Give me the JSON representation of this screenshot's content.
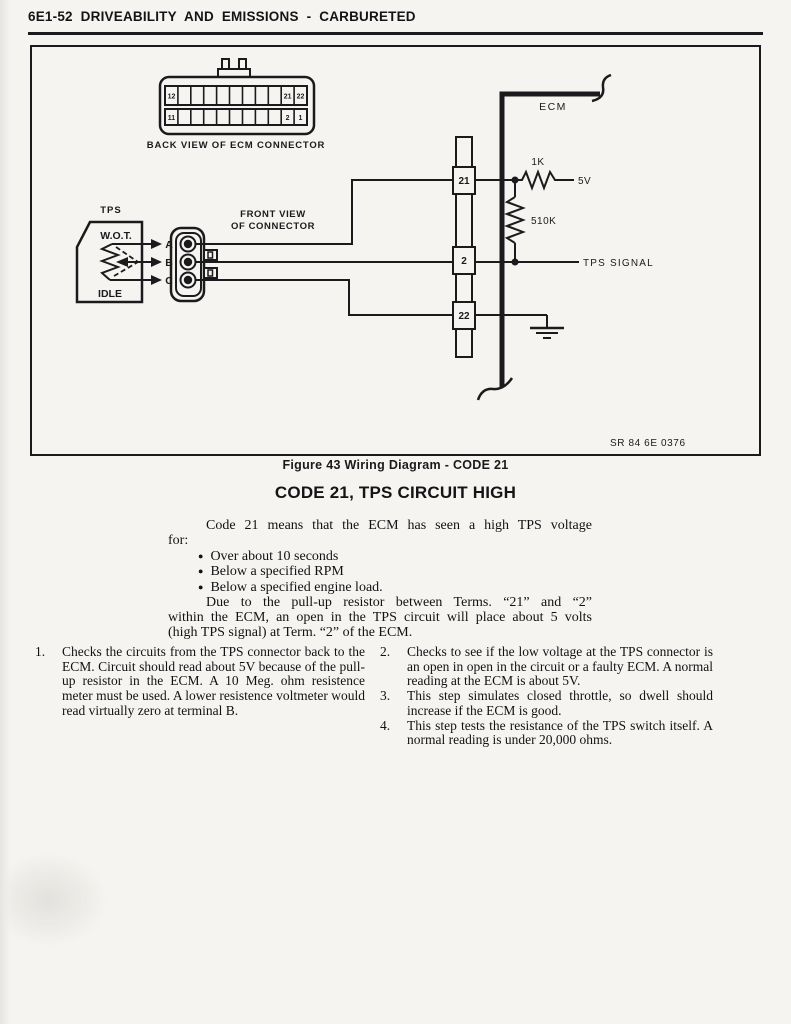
{
  "colors": {
    "page_bg": "#f5f4f0",
    "ink": "#1b1b1d"
  },
  "page": {
    "header": "6E1-52 DRIVEABILITY AND EMISSIONS - CARBURETED"
  },
  "figure": {
    "caption": "Figure 43 Wiring Diagram - CODE 21",
    "ref_code": "SR 84 6E 0376",
    "back_connector": {
      "label": "BACK VIEW OF ECM CONNECTOR",
      "pins": {
        "top_left": "12",
        "top_right_1": "21",
        "top_right_2": "22",
        "bottom_left": "11",
        "bottom_right_1": "2",
        "bottom_right_2": "1"
      }
    },
    "tps": {
      "label": "TPS",
      "top": "W.O.T.",
      "bottom": "IDLE",
      "terminals": [
        "A",
        "B",
        "C"
      ]
    },
    "front_connector": {
      "label_line1": "FRONT VIEW",
      "label_line2": "OF CONNECTOR"
    },
    "ecm": {
      "label": "ECM",
      "terminals": [
        "21",
        "2",
        "22"
      ],
      "resistor1": "1K",
      "voltage": "5V",
      "resistor2": "510K",
      "signal": "TPS SIGNAL"
    }
  },
  "section": {
    "title": "CODE 21, TPS CIRCUIT HIGH",
    "bullet_icon": "●",
    "intro_l1": "Code 21 means that the ECM has seen a high TPS voltage",
    "intro_l2": "for:",
    "bullets": [
      "Over about 10 seconds",
      "Below a specified RPM",
      "Below a specified engine load."
    ],
    "para_l1": "Due to the pull-up resistor between Terms. “21” and “2”",
    "para_l2": "within the ECM, an open in the TPS circuit will place about 5 volts",
    "para_l3": "(high TPS signal) at Term. “2” of the ECM.",
    "steps": [
      {
        "num": "1.",
        "text": "Checks the circuits from the TPS connector back to the ECM. Circuit should read about 5V because of the pull-up resistor in the ECM. A 10 Meg. ohm resistence meter must be used. A lower resistence voltmeter would read virtually zero at terminal B."
      },
      {
        "num": "2.",
        "text": "Checks to see if the low voltage at the TPS connector is an open in open in the circuit or a faulty ECM. A normal reading at the ECM is about 5V."
      },
      {
        "num": "3.",
        "text": "This step simulates closed throttle, so dwell should increase if the ECM is good."
      },
      {
        "num": "4.",
        "text": "This step tests the resistance of the TPS switch itself. A normal reading is under 20,000 ohms."
      }
    ]
  }
}
